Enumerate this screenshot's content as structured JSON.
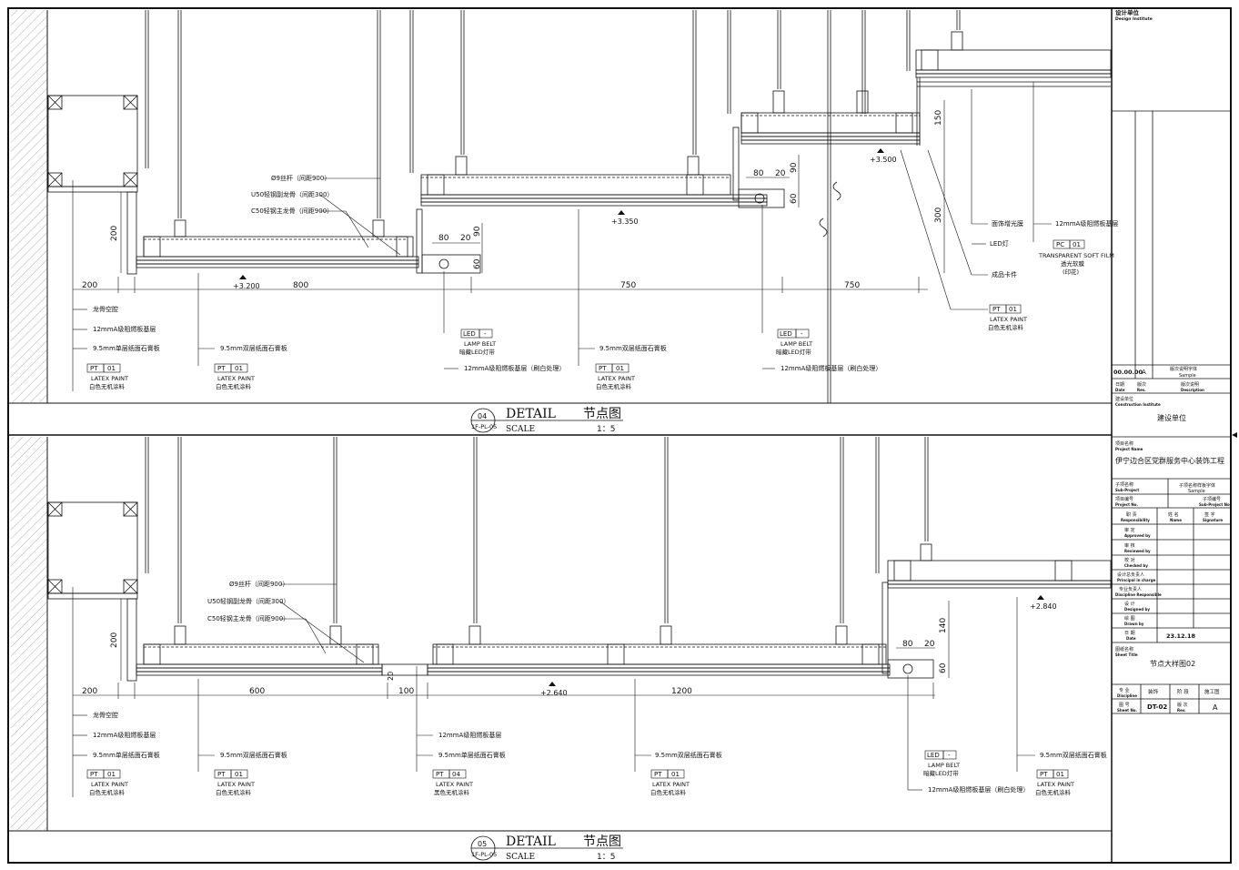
{
  "colors": {
    "line": "#111111",
    "hatch": "#888888",
    "paper": "#ffffff"
  },
  "detail04": {
    "number": "04",
    "ref": "1F-PL-05",
    "title_en": "DETAIL",
    "title_cn": "节点图",
    "scale_label": "SCALE",
    "scale_value": "1：5",
    "callouts": {
      "rod": "Ø9丝杆（间距900）",
      "u50": "U50轻钢副龙骨（间距300）",
      "c50": "C50轻钢主龙骨（间距900）",
      "backfill": "龙骨空腔",
      "board12": "12mmA级阻燃板基层",
      "gyp1": "9.5mm单层纸面石膏板",
      "gyp2": "9.5mm双层纸面石膏板",
      "gyp3": "9.5mm双层纸面石膏板",
      "board12b": "12mmA级阻燃板基层（刷白处理）",
      "board12c": "12mmA级阻燃板基层（刷白处理）",
      "trim": "面饰增光膜",
      "led_lamp": "LED灯",
      "board12d": "12mmA级阻燃板基层",
      "clip": "成品卡件"
    },
    "tags": [
      {
        "code": "PT",
        "num": "01",
        "en": "LATEX PAINT",
        "cn": "白色无机涂料"
      },
      {
        "code": "PT",
        "num": "01",
        "en": "LATEX PAINT",
        "cn": "白色无机涂料"
      },
      {
        "code": "LED",
        "num": "-",
        "en": "LAMP BELT",
        "cn": "暗藏LED灯带"
      },
      {
        "code": "PT",
        "num": "01",
        "en": "LATEX PAINT",
        "cn": "白色无机涂料"
      },
      {
        "code": "LED",
        "num": "-",
        "en": "LAMP BELT",
        "cn": "暗藏LED灯带"
      },
      {
        "code": "PT",
        "num": "01",
        "en": "LATEX PAINT",
        "cn": "白色无机涂料"
      },
      {
        "code": "PC",
        "num": "01",
        "en": "TRANSPARENT SOFT FILM",
        "cn": "透光软膜",
        "note": "(印花)"
      }
    ],
    "dims": [
      "200",
      "800",
      "750",
      "750",
      "200",
      "80",
      "20",
      "90",
      "60",
      "80",
      "20",
      "90",
      "60",
      "150",
      "300"
    ],
    "levels": [
      "+3.200",
      "+3.350",
      "+3.500"
    ]
  },
  "detail05": {
    "number": "05",
    "ref": "1F-PL-05",
    "title_en": "DETAIL",
    "title_cn": "节点图",
    "scale_label": "SCALE",
    "scale_value": "1：5",
    "callouts": {
      "rod": "Ø9丝杆（间距900）",
      "u50": "U50轻钢副龙骨（间距300）",
      "c50": "C50轻钢主龙骨（间距900）",
      "backfill": "龙骨空腔",
      "board12": "12mmA级阻燃板基层",
      "gyp1": "9.5mm单层纸面石膏板",
      "gyp2": "9.5mm双层纸面石膏板",
      "board12e": "12mmA级阻燃板基层",
      "gyp4": "9.5mm单层纸面石膏板",
      "gyp5": "9.5mm双层纸面石膏板",
      "board12f": "12mmA级阻燃板基层（刷白处理）",
      "gyp6": "9.5mm双层纸面石膏板"
    },
    "tags": [
      {
        "code": "PT",
        "num": "01",
        "en": "LATEX PAINT",
        "cn": "白色无机涂料"
      },
      {
        "code": "PT",
        "num": "01",
        "en": "LATEX PAINT",
        "cn": "白色无机涂料"
      },
      {
        "code": "PT",
        "num": "04",
        "en": "LATEX PAINT",
        "cn": "黑色无机涂料"
      },
      {
        "code": "PT",
        "num": "01",
        "en": "LATEX PAINT",
        "cn": "白色无机涂料"
      },
      {
        "code": "LED",
        "num": "-",
        "en": "LAMP BELT",
        "cn": "暗藏LED灯带"
      },
      {
        "code": "PT",
        "num": "01",
        "en": "LATEX PAINT",
        "cn": "白色无机涂料"
      }
    ],
    "dims": [
      "200",
      "600",
      "100",
      "1200",
      "200",
      "20",
      "80",
      "20",
      "140",
      "60"
    ],
    "levels": [
      "+2.640",
      "+2.840"
    ]
  },
  "titleblock": {
    "design_institute_cn": "设计单位",
    "design_institute_en": "Design Institute",
    "rev_date": "00.00.00",
    "rev_no": "A",
    "rev_note_cn": "版次说明字体",
    "rev_note_en": "Sample",
    "date_cn": "日期",
    "date_en": "Date",
    "rev_cn": "版次",
    "rev_en": "Rev.",
    "desc_cn": "版次说明",
    "desc_en": "Description",
    "construction_cn": "建设单位",
    "construction_en": "Construction Institute",
    "construction_value": "建设单位",
    "project_cn": "项目名称",
    "project_en": "Project Name",
    "project_value": "伊宁边合区党群服务中心装饰工程",
    "subproject_cn": "子项名称",
    "subproject_en": "Sub-Project",
    "subproject_value_cn": "子项名称样板字体",
    "subproject_value_en": "Sample",
    "project_no_cn": "项目编号",
    "project_no_en": "Project No.",
    "subproject_no_cn": "子项编号",
    "subproject_no_en": "Sub-Project No.",
    "resp_cn": "职 责",
    "resp_en": "Responsibility",
    "name_cn": "姓 名",
    "name_en": "Name",
    "sign_cn": "签 字",
    "sign_en": "Signature",
    "roles": [
      {
        "cn": "审 定",
        "en": "Approved by"
      },
      {
        "cn": "审 核",
        "en": "Reviewed by"
      },
      {
        "cn": "校 对",
        "en": "Checked by"
      },
      {
        "cn": "设计总负责人",
        "en": "Principal in charge"
      },
      {
        "cn": "专业负责人",
        "en": "Discipline Responsible"
      },
      {
        "cn": "设 计",
        "en": "Designed by"
      },
      {
        "cn": "绘 图",
        "en": "Drawn by"
      },
      {
        "cn": "日 期",
        "en": "Date"
      }
    ],
    "date_value": "23.12.18",
    "sheet_title_cn": "图纸名称",
    "sheet_title_en": "Sheet Title",
    "sheet_title_value": "节点大样图02",
    "discipline_cn": "专 业",
    "discipline_en": "Discipline",
    "discipline_value": "装饰",
    "stage_cn": "阶 段",
    "stage_value": "施工图",
    "sheet_no_cn": "图 号",
    "sheet_no_en": "Sheet No.",
    "sheet_no_value": "DT-02",
    "rev2_cn": "版 次",
    "rev2_en": "Rev.",
    "rev2_value": "A"
  }
}
